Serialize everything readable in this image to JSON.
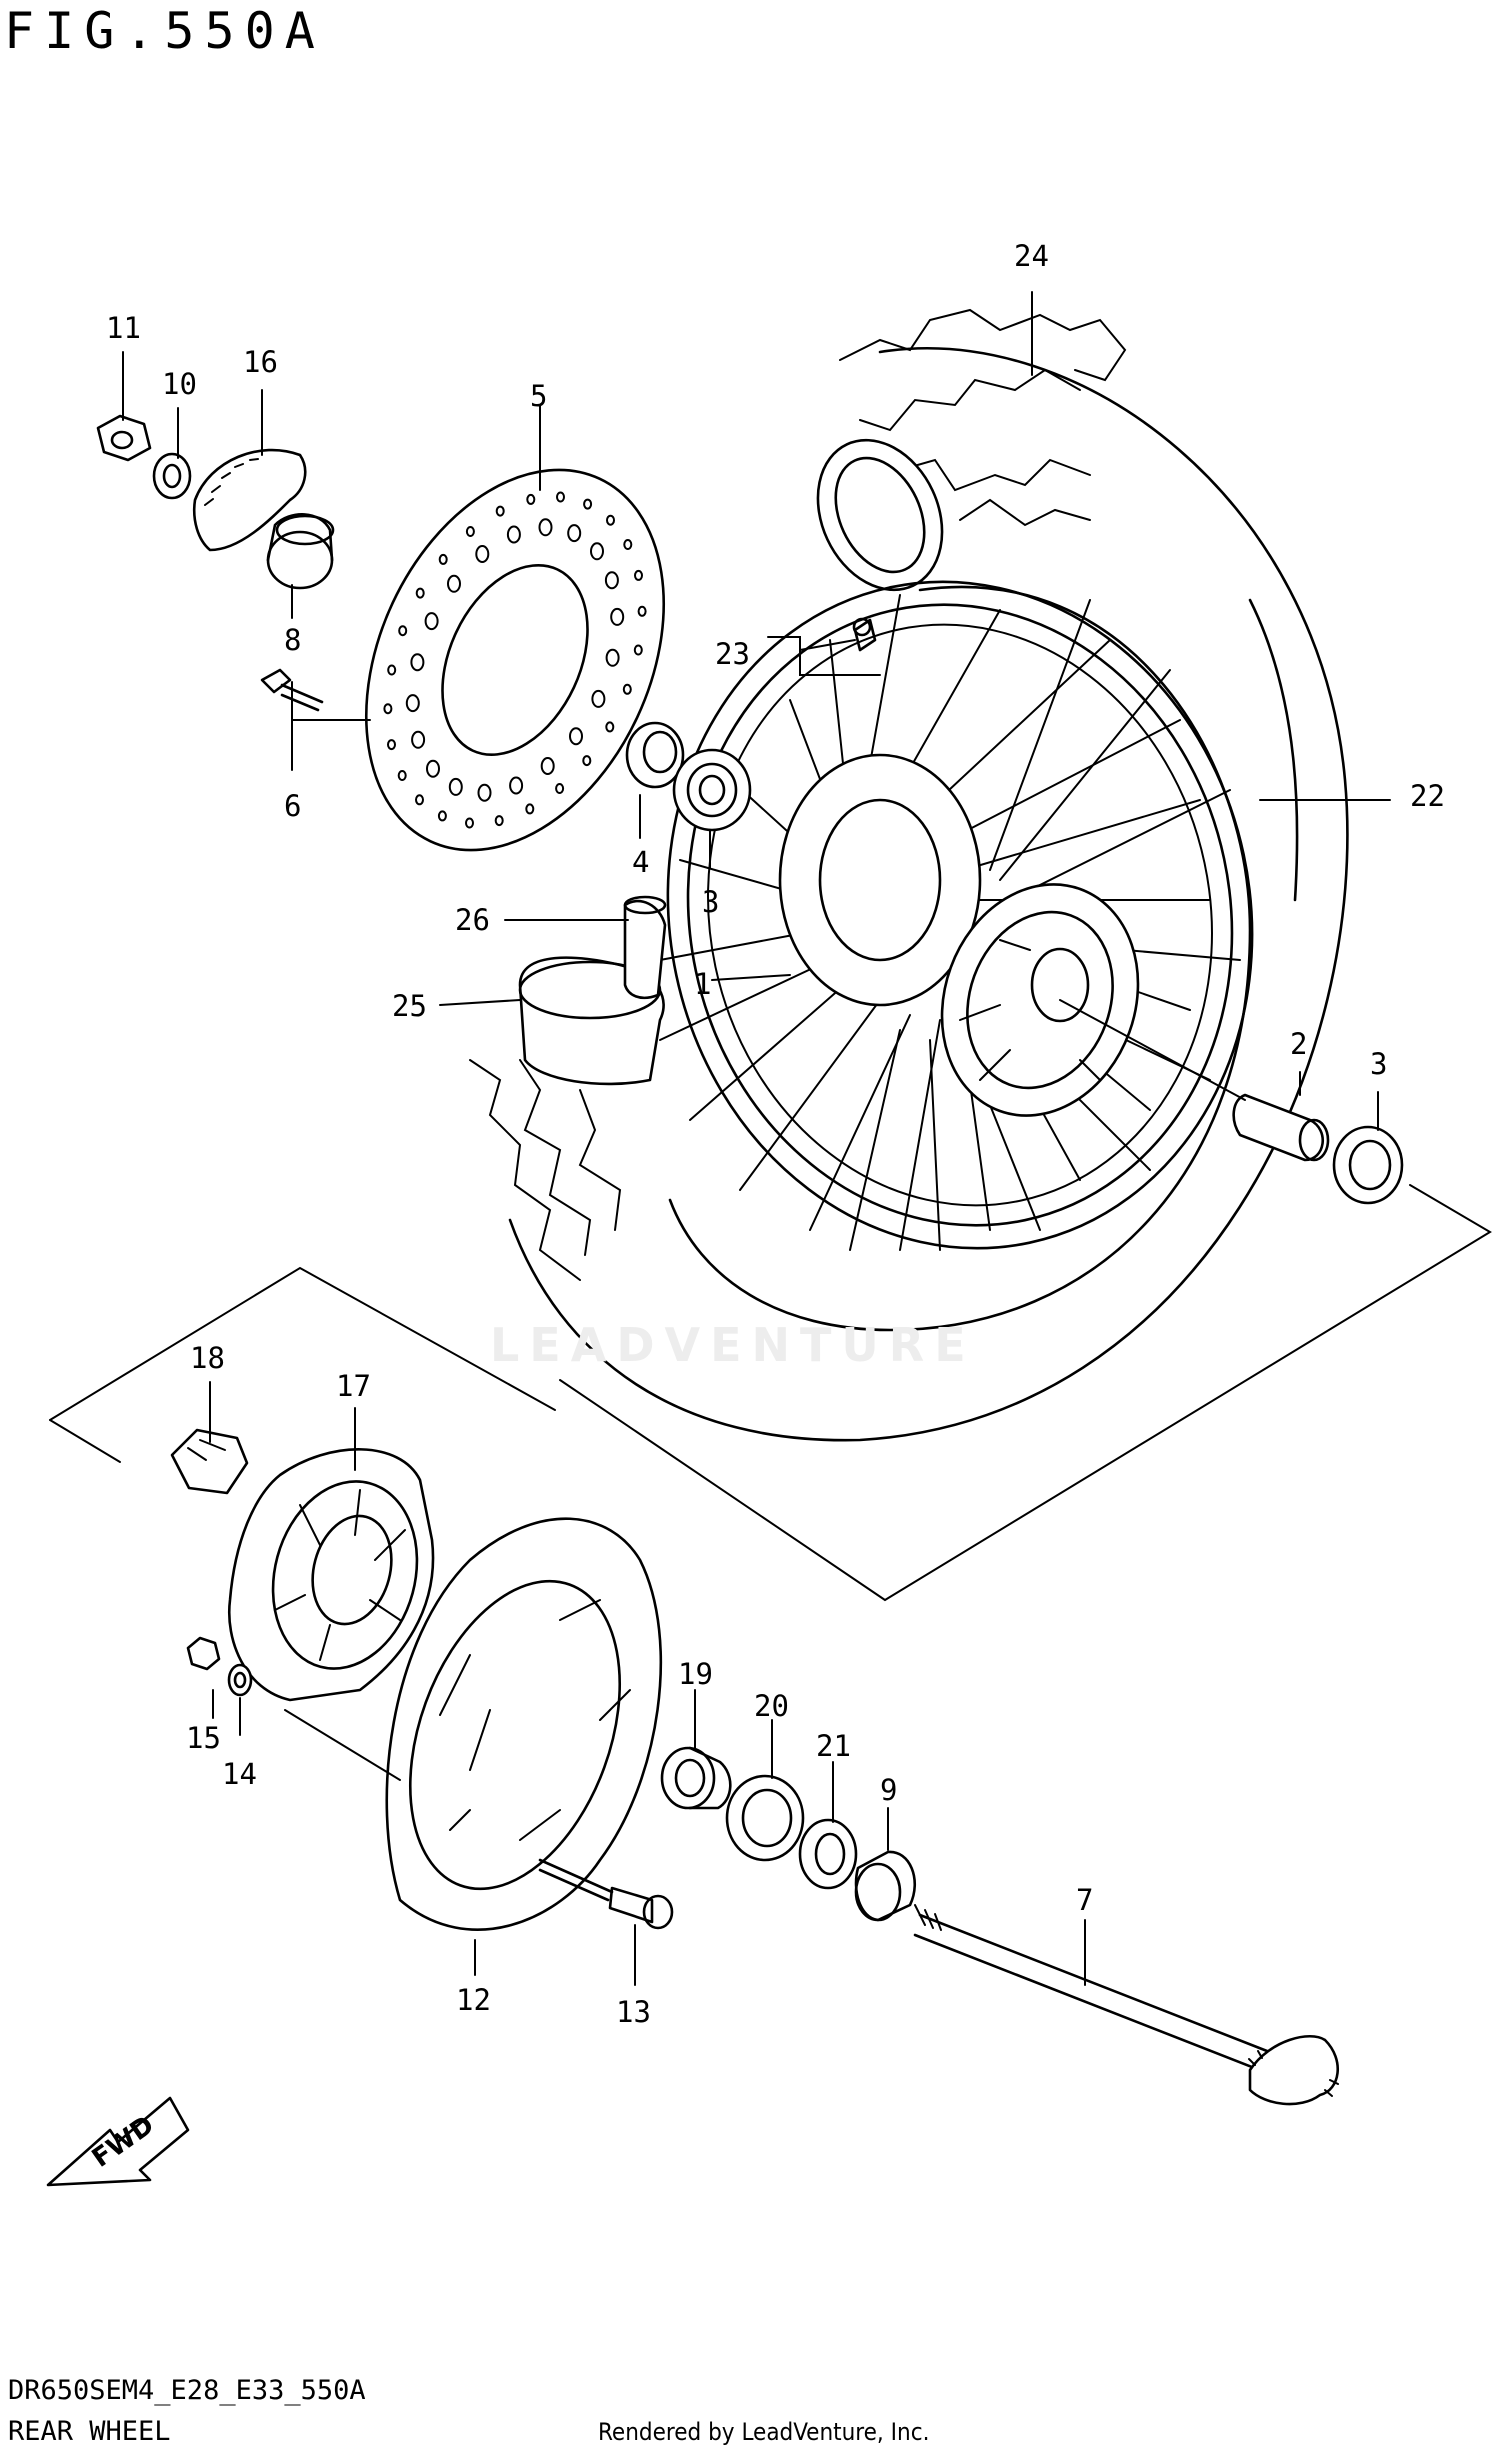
{
  "figure": {
    "title": "FIG.550A",
    "footer_code": "DR650SEM4_E28_E33_550A",
    "footer_title": "REAR WHEEL",
    "credit": "Rendered by LeadVenture, Inc.",
    "watermark": "LEADVENTURE",
    "fwd_label": "FWD"
  },
  "callouts": {
    "c1": "1",
    "c2": "2",
    "c3a": "3",
    "c3b": "3",
    "c4": "4",
    "c5": "5",
    "c6": "6",
    "c7": "7",
    "c8": "8",
    "c9": "9",
    "c10": "10",
    "c11": "11",
    "c12": "12",
    "c13": "13",
    "c14": "14",
    "c15": "15",
    "c16": "16",
    "c17": "17",
    "c18": "18",
    "c19": "19",
    "c20": "20",
    "c21": "21",
    "c22": "22",
    "c23": "23",
    "c24": "24",
    "c25": "25",
    "c26": "26"
  }
}
